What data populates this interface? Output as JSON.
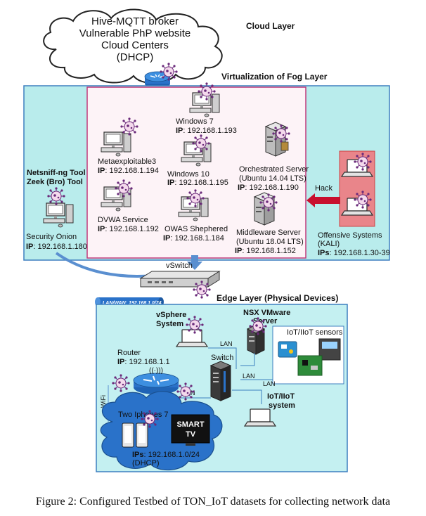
{
  "cloud": {
    "lines": [
      "Hive-MQTT broker",
      "Vulnerable PhP website",
      "Cloud Centers",
      "(DHCP)"
    ],
    "layer_title": "Cloud Layer"
  },
  "fog": {
    "title": "Virtualization of Fog Layer",
    "security_tools": [
      "Netsniff-ng Tool",
      "Zeek (Bro) Tool"
    ],
    "security_onion": {
      "name": "Security Onion",
      "ip_label": "IP",
      "ip": ": 192.168.1.180"
    },
    "hosts": {
      "windows7": {
        "name": "Windows 7",
        "ip_label": "IP",
        "ip": ": 192.168.1.193"
      },
      "meta": {
        "name": "Metaexploitable3",
        "ip_label": "IP",
        "ip": ": 192.168.1.194"
      },
      "win10": {
        "name": "Windows 10",
        "ip_label": "IP",
        "ip": ": 192.168.1.195"
      },
      "orch": {
        "name": "Orchestrated Server",
        "sub": "(Ubuntu 14.04 LTS)",
        "ip_label": "IP",
        "ip": ": 192.168.1.190"
      },
      "dvwa": {
        "name": "DVWA Service",
        "ip_label": "IP",
        "ip": ": 192.168.1.192"
      },
      "owas": {
        "name": "OWAS Shephered",
        "ip_label": "IP",
        "ip": ": 192.168.1.184"
      },
      "middleware": {
        "name": "Middleware Server",
        "sub": "(Ubuntu 18.04 LTS)",
        "ip_label": "IP",
        "ip": ": 192.168.1.152"
      }
    },
    "hack_label": "Hack",
    "offensive": {
      "name": "Offensive Systems",
      "sub": "(KALI)",
      "ip_label": "IPs",
      "ip": ": 192.168.1.30-39"
    },
    "vswitch_label": "vSwitch"
  },
  "edge": {
    "lan_wan_label": "LAN/WAN: 192.168.1.0/24",
    "title": "Edge Layer (Physical Devices)",
    "vsphere": [
      "vSphere",
      "System"
    ],
    "nsx": [
      "NSX VMware",
      "Server"
    ],
    "iot_sensors": "IoT/IIoT sensors",
    "router": {
      "name": "Router",
      "ip_label": "IP",
      "ip": ": 192.168.1.1"
    },
    "switch_label": "Switch",
    "lan_label": "LAN",
    "wifi_label": "WiFi",
    "iot_system": [
      "IoT/IIoT",
      "system"
    ],
    "phones": {
      "name": "Two Iphones 7",
      "ip_label": "IPs",
      "ip": ": 192.168.1.0/24",
      "sub": "(DHCP)"
    },
    "smart_tv": [
      "SMART",
      "TV"
    ]
  },
  "caption": "Figure 2: Configured Testbed of TON_IoT datasets for collecting network data",
  "colors": {
    "fog_bg": "#b9ecec",
    "fog_border": "#3d7fbf",
    "inner_bg": "#fdf3f7",
    "inner_border": "#c0397a",
    "offensive_bg": "#e9858a",
    "edge_bg": "#c4f0f1",
    "cloud_lan_bg": "#2a72c9",
    "hack_arrow": "#c8102e"
  },
  "icons": [
    "cloud-icon",
    "router-icon",
    "computer-icon",
    "server-icon",
    "laptop-icon",
    "switch-icon",
    "phone-icon",
    "tv-icon",
    "virus-icon",
    "sensor-icon"
  ]
}
